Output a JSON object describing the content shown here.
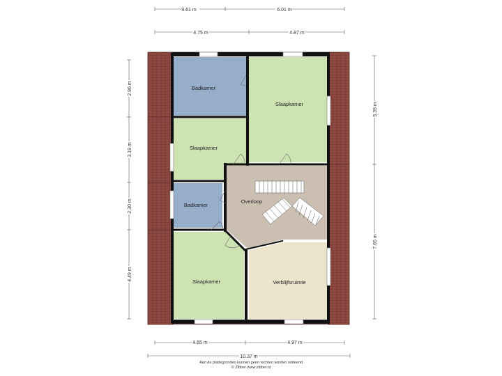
{
  "colors": {
    "roof": "#8e4a42",
    "bedroom": "#cde4b2",
    "bathroom": "#97aecb",
    "hall": "#cbbfb2",
    "living": "#ede4cc",
    "wall": "#111111"
  },
  "dimensions": {
    "top_row_1": [
      "3.61 m",
      "6.01 m"
    ],
    "top_row_2": [
      "4.75 m",
      "4.87 m"
    ],
    "left": [
      "2.96 m",
      "3.19 m",
      "2.30 m",
      "4.49 m"
    ],
    "right": [
      "5.39 m",
      "7.65 m"
    ],
    "bottom_row": [
      "4.65 m",
      "4.97 m"
    ],
    "total_width": "10.37 m"
  },
  "rooms": {
    "badkamer_top": "Badkamer",
    "slaapkamer_top_right": "Slaapkamer",
    "slaapkamer_middle_left": "Slaapkamer",
    "badkamer_middle": "Badkamer",
    "overloop": "Overloop",
    "slaapkamer_bottom_left": "Slaapkamer",
    "verblijfsruimte": "Verblijfsruimte"
  },
  "footer": {
    "disclaimer": "Aan de plattegronden kunnen geen rechten worden ontleend",
    "credit": "© Zibber www.zibber.nl"
  }
}
